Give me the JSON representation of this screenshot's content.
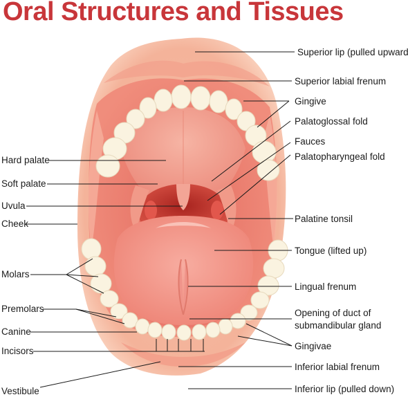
{
  "title": "Oral Structures and Tissues",
  "labels": {
    "superior_lip": "Superior lip (pulled upward)",
    "superior_labial_frenum": "Superior labial frenum",
    "gingive": "Gingive",
    "palatoglossal_fold": "Palatoglossal fold",
    "fauces": "Fauces",
    "palatopharyngeal_fold": "Palatopharyngeal fold",
    "palatine_tonsil": "Palatine tonsil",
    "tongue": "Tongue (lifted up)",
    "lingual_frenum": "Lingual frenum",
    "duct_line1": "Opening of duct of",
    "duct_line2": "submandibular gland",
    "gingivae": "Gingivae",
    "inferior_labial_frenum": "Inferior labial frenum",
    "inferior_lip": "Inferior lip (pulled down)",
    "hard_palate": "Hard palate",
    "soft_palate": "Soft palate",
    "uvula": "Uvula",
    "cheek": "Cheek",
    "molars": "Molars",
    "premolars": "Premolars",
    "canine": "Canine",
    "incisors": "Incisors",
    "vestibule": "Vestibule"
  },
  "colors": {
    "title": "#c8363a",
    "lip": "#f4b39a",
    "lip_light": "#fbd8c8",
    "mucosa": "#ef8f7f",
    "mucosa_dark": "#e0625a",
    "palate": "#f2a593",
    "throat": "#c03b34",
    "tongue": "#f39a8d",
    "tooth": "#faf3e0"
  }
}
